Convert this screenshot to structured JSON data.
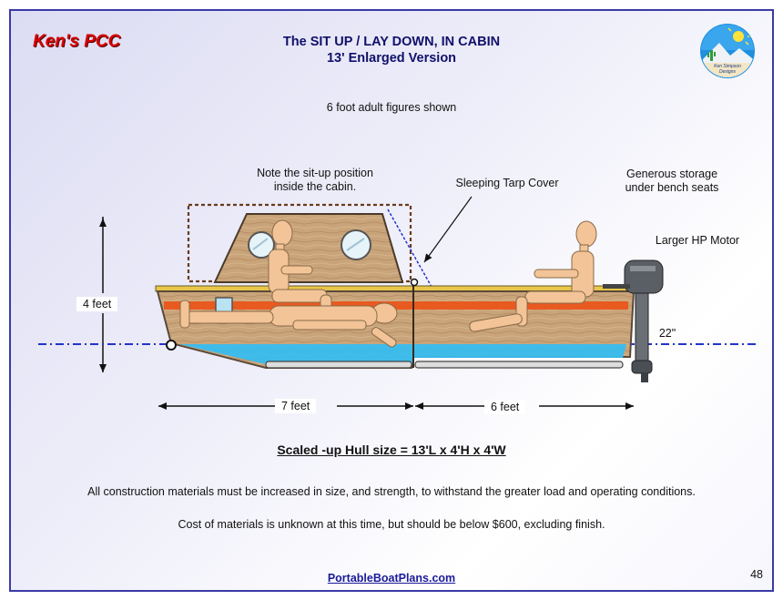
{
  "header": {
    "brand": "Ken's PCC",
    "title_line1": "The SIT UP / LAY DOWN, IN CABIN",
    "title_line2": "13' Enlarged Version",
    "logo_text_line1": "Ken Simpson",
    "logo_text_line2": "Designs"
  },
  "subtitle": "6 foot adult figures shown",
  "annotations": {
    "situp_line1": "Note the sit-up position",
    "situp_line2": "inside the cabin.",
    "tarp": "Sleeping Tarp Cover",
    "storage_line1": "Generous storage",
    "storage_line2": "under bench seats",
    "motor": "Larger HP Motor",
    "shaft": "22\""
  },
  "dimensions": {
    "height": "4 feet",
    "cabin_length": "7 feet",
    "deck_length": "6 feet"
  },
  "hull_size": "Scaled -up Hull size = 13'L x 4'H x 4'W",
  "body": {
    "line1": "All construction materials must be increased in size, and strength, to withstand the greater load and operating conditions.",
    "line2": "Cost of materials is unknown at this time, but should be below $600, excluding finish."
  },
  "footer": {
    "link": "PortableBoatPlans.com",
    "page_number": "48"
  },
  "colors": {
    "brand": "#d80000",
    "title": "#10106a",
    "water_line": "#2233cc",
    "hull_water": "#33bbee",
    "stripe": "#e85a20",
    "wood": "#c8a276"
  },
  "icons": {
    "logo": "sun-mountain-cactus-logo",
    "figure": "mannequin-figure",
    "motor": "outboard-motor-icon"
  }
}
